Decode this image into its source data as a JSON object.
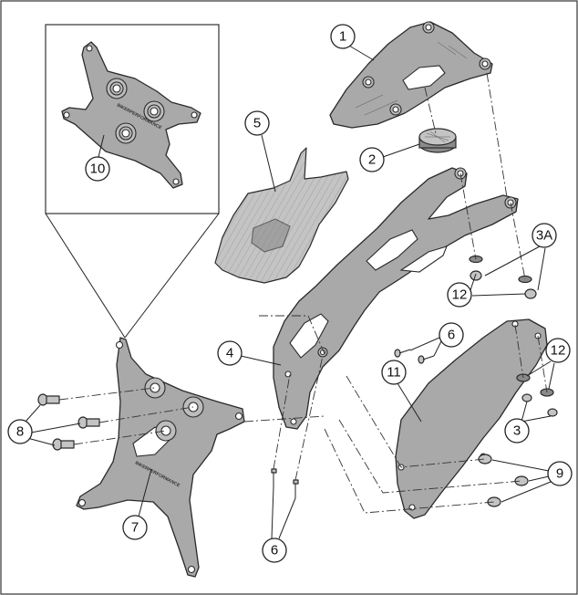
{
  "diagram": {
    "brand_text": "BIKERPERFORMANCE",
    "callouts": [
      "1",
      "2",
      "3",
      "3A",
      "4",
      "5",
      "6",
      "6",
      "7",
      "8",
      "9",
      "10",
      "11",
      "12",
      "12"
    ]
  }
}
